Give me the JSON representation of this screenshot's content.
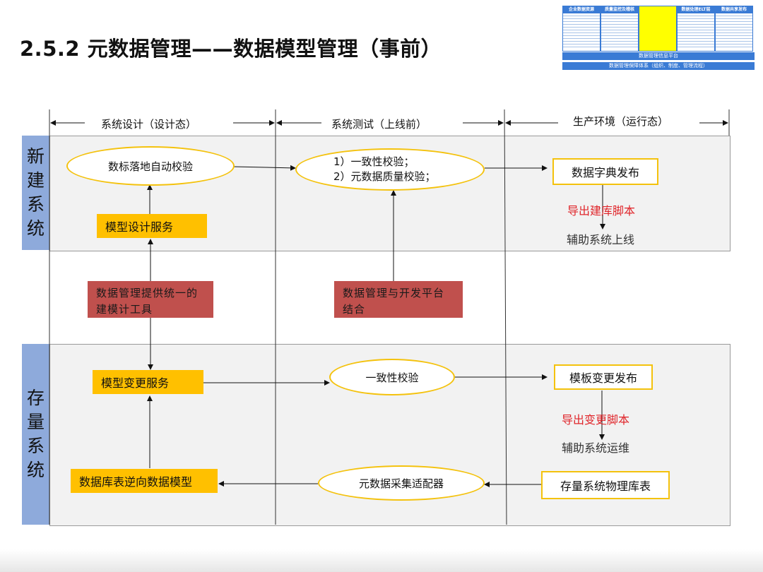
{
  "title": "2.5.2 元数据管理——数据模型管理（事前）",
  "columns": [
    "系统设计（设计态）",
    "系统测试（上线前）",
    "生产环境（运行态）"
  ],
  "rows": [
    "新建系统",
    "存量系统"
  ],
  "new_system": {
    "auto_check": "数标落地自动校验",
    "checks": [
      "1）一致性校验；",
      "2）元数据质量校验；"
    ],
    "dict_publish": "数据字典发布",
    "export_script": "导出建库脚本",
    "assist_online": "辅助系统上线",
    "model_design": "模型设计服务"
  },
  "middle": {
    "unified_tool": "数据管理提供统一的建模计工具",
    "dev_platform": "数据管理与开发平台结合"
  },
  "legacy_system": {
    "model_change": "模型变更服务",
    "consistency": "一致性校验",
    "template_publish": "模板变更发布",
    "export_change": "导出变更脚本",
    "assist_ops": "辅助系统运维",
    "reverse_model": "数据库表逆向数据模型",
    "adapter": "元数据采集适配器",
    "physical_tables": "存量系统物理库表"
  },
  "thumbnail": {
    "panels": [
      "企业数据资源",
      "质量监控及稽核",
      "",
      "数据处理ELT层",
      "数据共享发布"
    ],
    "platform": "数据管理信息平台",
    "governance": "数据管理保障体系（组织、制度、管理流程）"
  },
  "colors": {
    "band": "#f2f2f2",
    "side": "#8eaadb",
    "orange": "#ffc000",
    "red": "#c0504d",
    "ellipse_border": "#f4c20d",
    "accent_red_text": "#e0262b",
    "thumb_blue": "#3a7bd5"
  }
}
